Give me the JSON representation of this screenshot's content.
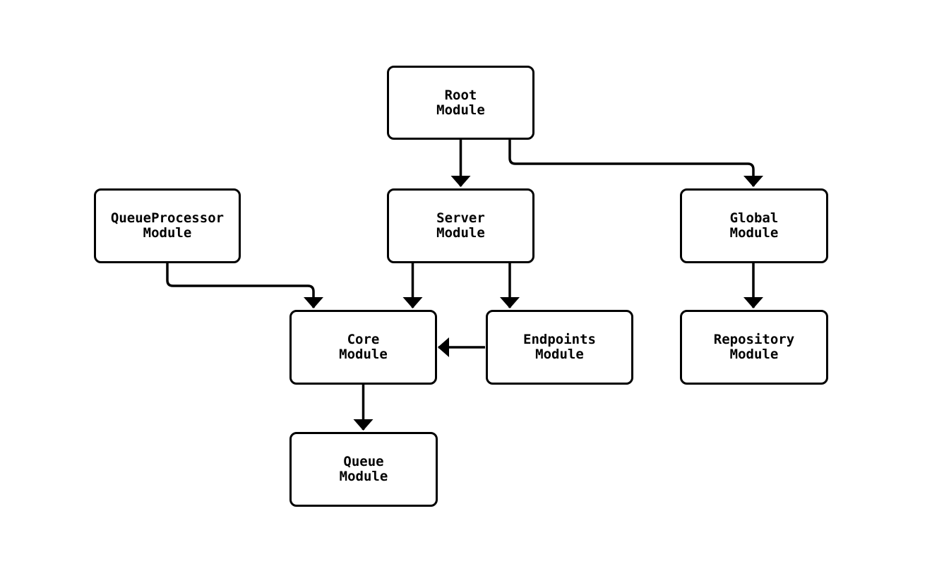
{
  "diagram": {
    "type": "flowchart",
    "orientation": "top-down",
    "colors": {
      "background": "#ffffff",
      "node_fill": "#ffffff",
      "node_border": "#000000",
      "edge": "#000000",
      "text": "#000000"
    },
    "nodes": [
      {
        "id": "root",
        "line1": "Root",
        "line2": "Module"
      },
      {
        "id": "queue-processor",
        "line1": "QueueProcessor",
        "line2": "Module"
      },
      {
        "id": "server",
        "line1": "Server",
        "line2": "Module"
      },
      {
        "id": "global",
        "line1": "Global",
        "line2": "Module"
      },
      {
        "id": "core",
        "line1": "Core",
        "line2": "Module"
      },
      {
        "id": "endpoints",
        "line1": "Endpoints",
        "line2": "Module"
      },
      {
        "id": "repository",
        "line1": "Repository",
        "line2": "Module"
      },
      {
        "id": "queue",
        "line1": "Queue",
        "line2": "Module"
      }
    ],
    "edges": [
      {
        "from": "Root Module",
        "to": "Server Module"
      },
      {
        "from": "Root Module",
        "to": "Global Module"
      },
      {
        "from": "QueueProcessor Module",
        "to": "Core Module"
      },
      {
        "from": "Server Module",
        "to": "Core Module"
      },
      {
        "from": "Server Module",
        "to": "Endpoints Module"
      },
      {
        "from": "Endpoints Module",
        "to": "Core Module"
      },
      {
        "from": "Core Module",
        "to": "Queue Module"
      },
      {
        "from": "Global Module",
        "to": "Repository Module"
      }
    ]
  }
}
